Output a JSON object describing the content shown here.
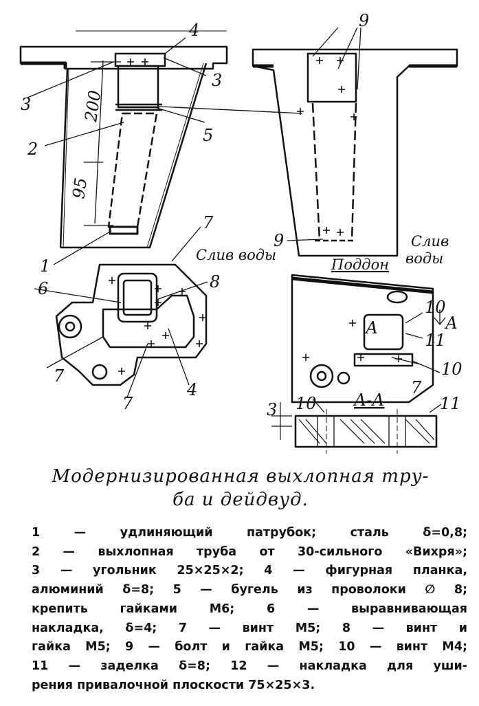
{
  "figure": {
    "labels": {
      "l1": "1",
      "l2": "2",
      "l3a": "3",
      "l3b": "3",
      "l4a": "4",
      "l4b": "4",
      "l5": "5",
      "l6": "6",
      "l7a": "7",
      "l7b": "7",
      "l7c": "7",
      "l7d": "7",
      "l8": "8",
      "l9a": "9",
      "l9b": "9",
      "l10a": "10",
      "l10b": "10",
      "l10c": "10",
      "l11a": "11",
      "l11b": "11",
      "dim200": "200",
      "dim95": "95",
      "dim3": "3",
      "water_drain_left": "Слив воды",
      "water_drain_right_1": "Слив",
      "water_drain_right_2": "воды",
      "pan": "Поддон",
      "arrow_a": "А",
      "arrow_a2": "А",
      "section": "А-А"
    }
  },
  "caption": {
    "title_line1": "Модернизированная выхлопная тру-",
    "title_line2": "ба и дейдвуд."
  },
  "legend": {
    "lines": [
      "1 — удлиняющий патрубок; сталь δ=0,8;",
      "2 — выхлопная труба от 30-сильного «Вихря»;",
      "3 — угольник 25×25×2; 4 — фигурная планка,",
      "алюминий δ=8; 5 — бугель из проволоки ∅ 8;",
      "крепить гайками М6; 6 — выравнивающая",
      "накладка, δ=4; 7 — винт М5; 8 — винт и",
      "гайка М5; 9 — болт и гайка М5; 10 — винт М4;",
      "11 — заделка δ=8; 12 — накладка для уши-",
      "рения привалочной плоскости 75×25×3."
    ]
  }
}
